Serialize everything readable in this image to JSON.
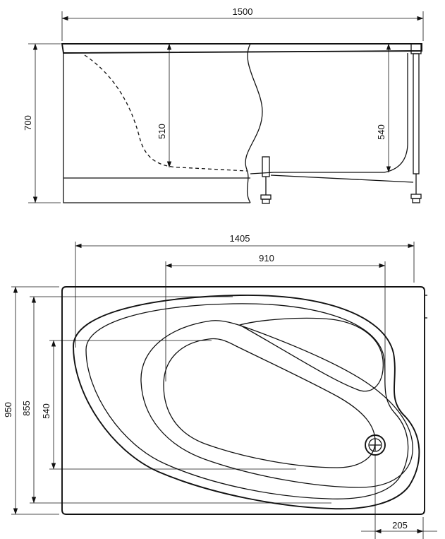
{
  "side_view": {
    "dimensions": {
      "total_length": "1500",
      "total_height": "700",
      "inner_depth_left": "510",
      "inner_depth_right": "540"
    }
  },
  "top_view": {
    "dimensions": {
      "basin_length": "1405",
      "inner_length": "910",
      "total_width": "950",
      "basin_width": "855",
      "inner_width": "540",
      "drain_offset": "205"
    }
  }
}
